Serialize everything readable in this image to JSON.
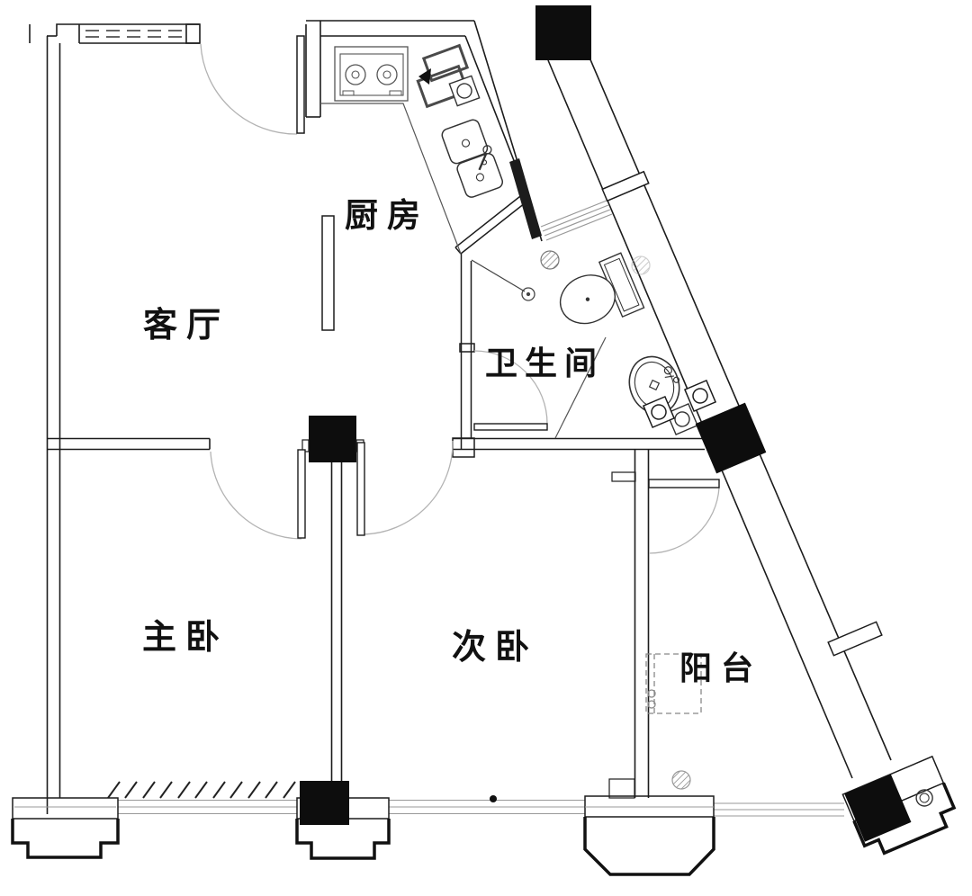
{
  "floorplan": {
    "colors": {
      "background": "#ffffff",
      "wall": "#1c1c1c",
      "column_fill": "#0d0d0d",
      "door_arc": "#b3b3b3",
      "window_line": "#999999",
      "label": "#111111"
    },
    "rooms": [
      {
        "id": "kitchen",
        "label": "厨房"
      },
      {
        "id": "living-room",
        "label": "客厅"
      },
      {
        "id": "bathroom",
        "label": "卫生间"
      },
      {
        "id": "master-bedroom",
        "label": "主卧"
      },
      {
        "id": "second-bedroom",
        "label": "次卧"
      },
      {
        "id": "balcony",
        "label": "阳台"
      }
    ],
    "fixtures": [
      "stove-icon",
      "kitchen-double-sink-icon",
      "refrigerator-icon",
      "small-appliance-icon",
      "toilet-icon",
      "bathroom-sink-icon",
      "shower-icon",
      "floor-drain-icon",
      "vent-pipe-icon",
      "washing-machine-icon",
      "bay-window",
      "entrance-door",
      "interior-door",
      "structural-column"
    ]
  }
}
